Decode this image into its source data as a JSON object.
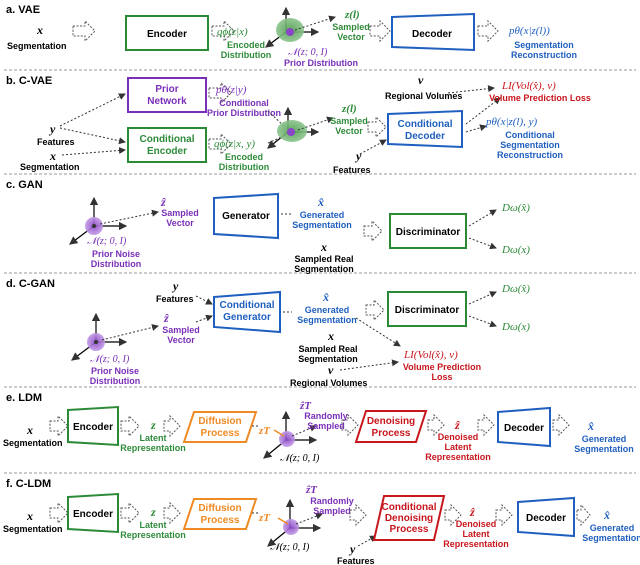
{
  "colors": {
    "blue": "#1f5fbf",
    "purple": "#7a2fb8",
    "green": "#2e8b3a",
    "orange": "#f08a24",
    "red": "#c8161d",
    "navy": "#1f3d8a"
  },
  "vae": {
    "title": "a. VAE",
    "x": "x",
    "x_label": "Segmentation",
    "encoder": "Encoder",
    "q": "qϕ(z|x)",
    "q_label": [
      "Encoded",
      "Distribution"
    ],
    "prior": "𝒩(z; 0, I)",
    "prior_label": "Prior Distribution",
    "z": "z(l)",
    "z_label": [
      "Sampled",
      "Vector"
    ],
    "decoder": "Decoder",
    "p": "pθ(x|z(l))",
    "p_label": [
      "Segmentation",
      "Reconstruction"
    ]
  },
  "cvae": {
    "title": "b. C-VAE",
    "prior_net": [
      "Prior",
      "Network"
    ],
    "p_zy": "pθ(z|y)",
    "p_zy_label": [
      "Conditional",
      "Prior Distribution"
    ],
    "y": "y",
    "y_label": "Features",
    "x": "x",
    "x_label": "Segmentation",
    "cond_enc": [
      "Conditional",
      "Encoder"
    ],
    "q": "qϕ(z|x, y)",
    "q_label": [
      "Encoded",
      "Distribution"
    ],
    "z": "z(l)",
    "z_label": [
      "Sampled",
      "Vector"
    ],
    "v": "v",
    "v_label": "Regional Volumes",
    "cond_dec": [
      "Conditional",
      "Decoder"
    ],
    "loss": "LI(Vol(x̂), v)",
    "loss_label": "Volume Prediction Loss",
    "p": "pθ(x|z(l), y)",
    "p_label": [
      "Conditional",
      "Segmentation",
      "Reconstruction"
    ],
    "y2": "y",
    "y2_label": "Features"
  },
  "gan": {
    "title": "c. GAN",
    "zhat": "ẑ",
    "zhat_label": [
      "Sampled",
      "Vector"
    ],
    "generator": "Generator",
    "xhat": "x̂",
    "xhat_label": [
      "Generated",
      "Segmentation"
    ],
    "discriminator": "Discriminator",
    "d1": "Dω(x̂)",
    "d2": "Dω(x)",
    "prior": "𝒩(z; 0, I)",
    "prior_label": [
      "Prior Noise",
      "Distribution"
    ],
    "x": "x",
    "x_label": [
      "Sampled Real",
      "Segmentation"
    ]
  },
  "cgan": {
    "title": "d. C-GAN",
    "y": "y",
    "y_label": "Features",
    "cond_gen": [
      "Conditional",
      "Generator"
    ],
    "zhat": "ẑ",
    "zhat_label": [
      "Sampled",
      "Vector"
    ],
    "xhat": "x̂",
    "xhat_label": [
      "Generated",
      "Segmentation"
    ],
    "discriminator": "Discriminator",
    "d1": "Dω(x̂)",
    "d2": "Dω(x)",
    "x": "x",
    "x_label": [
      "Sampled Real",
      "Segmentation"
    ],
    "prior": "𝒩(z; 0, I)",
    "prior_label": [
      "Prior Noise",
      "Distribution"
    ],
    "loss": "LI(Vol(x̂), v)",
    "loss_label": [
      "Volume Prediction",
      "Loss"
    ],
    "v": "v",
    "v_label": "Regional Volumes"
  },
  "ldm": {
    "title": "e. LDM",
    "x": "x",
    "x_label": "Segmentation",
    "encoder": "Encoder",
    "z": "z",
    "z_label": [
      "Latent",
      "Representation"
    ],
    "diffusion": [
      "Diffusion",
      "Process"
    ],
    "zT": "zT",
    "zhatT": "ẑT",
    "rand_label": [
      "Randomly",
      "Sampled"
    ],
    "prior": "𝒩(z; 0, I)",
    "denoise": [
      "Denoising",
      "Process"
    ],
    "zhat": "ẑ",
    "zhat_label": [
      "Denoised",
      "Latent",
      "Representation"
    ],
    "decoder": "Decoder",
    "xhat": "x̂",
    "xhat_label": [
      "Generated",
      "Segmentation"
    ]
  },
  "cldm": {
    "title": "f. C-LDM",
    "x": "x",
    "x_label": "Segmentation",
    "encoder": "Encoder",
    "z": "z",
    "z_label": [
      "Latent",
      "Representation"
    ],
    "diffusion": [
      "Diffusion",
      "Process"
    ],
    "zT": "zT",
    "zhatT": "ẑT",
    "rand_label": [
      "Randomly",
      "Sampled"
    ],
    "prior": "𝒩(z; 0, I)",
    "y": "y",
    "y_label": "Features",
    "cond_denoise": [
      "Conditional",
      "Denoising",
      "Process"
    ],
    "zhat": "ẑ",
    "zhat_label": [
      "Denoised",
      "Latent",
      "Representation"
    ],
    "decoder": "Decoder",
    "xhat": "x̂",
    "xhat_label": [
      "Generated",
      "Segmentation"
    ]
  }
}
